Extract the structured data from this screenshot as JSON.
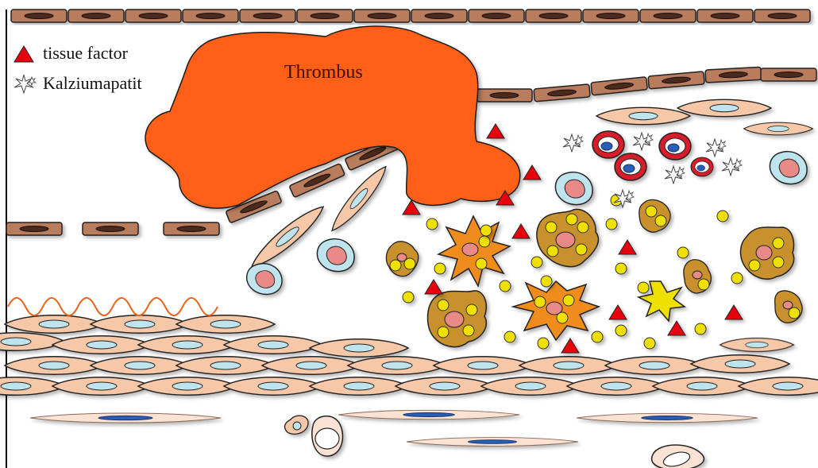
{
  "labels": {
    "thrombus": "Thrombus"
  },
  "legend": {
    "items": [
      {
        "label": "tissue factor",
        "icon": "red-triangle-icon"
      },
      {
        "label": "Kalziumapatit",
        "icon": "star-burst-icon"
      }
    ]
  },
  "colors": {
    "thrombus": "#ff5f17",
    "endothelium": "#b97c5d",
    "smooth_muscle": "#f7c8a8",
    "tissue_factor": "#e8000c",
    "lipid_droplet": "#f0e000",
    "foam_cell": "#c8912e",
    "necrotic_cell": "#f08c1e",
    "nucleus": "#e88b86",
    "monocyte": "#bfe4ee",
    "red_cell": "#d81c2a",
    "fibroblast_nucleus": "#2b5fb8",
    "elastic_lamina": "#e8641c"
  }
}
